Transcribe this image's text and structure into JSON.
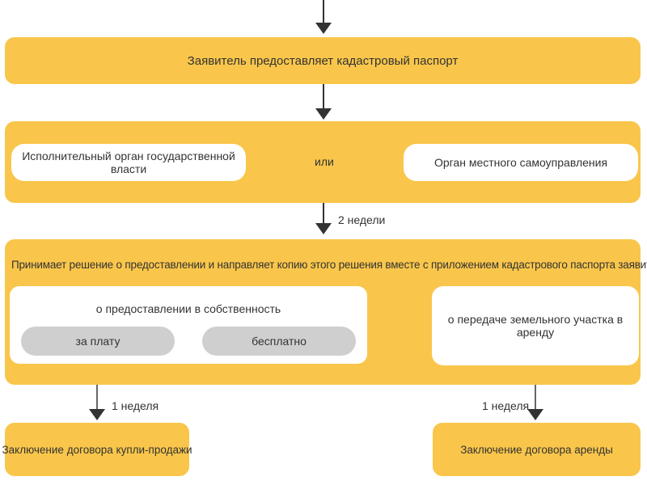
{
  "step1": {
    "text": "Заявитель предоставляет кадастровый паспорт"
  },
  "step2": {
    "left_option": "Исполнительный орган государственной власти",
    "or_label": "или",
    "right_option": "Орган местного самоуправления"
  },
  "duration_2_weeks": "2 недели",
  "step3": {
    "title": "Принимает решение о предоставлении и направляет копию этого решения вместе с приложением кадастрового паспорта заявителю",
    "ownership": {
      "label": "о предоставлении в собственность",
      "paid": "за плату",
      "free": "бесплатно"
    },
    "lease": "о передаче земельного участка в аренду"
  },
  "duration_1_week_left": "1 неделя",
  "duration_1_week_right": "1 неделя",
  "outcome_sale": "Заключение договора купли-продажи",
  "outcome_lease": "Заключение договора аренды",
  "colors": {
    "box": "#f9c64b",
    "pill": "#cfcfcf",
    "arrow": "#333333"
  }
}
